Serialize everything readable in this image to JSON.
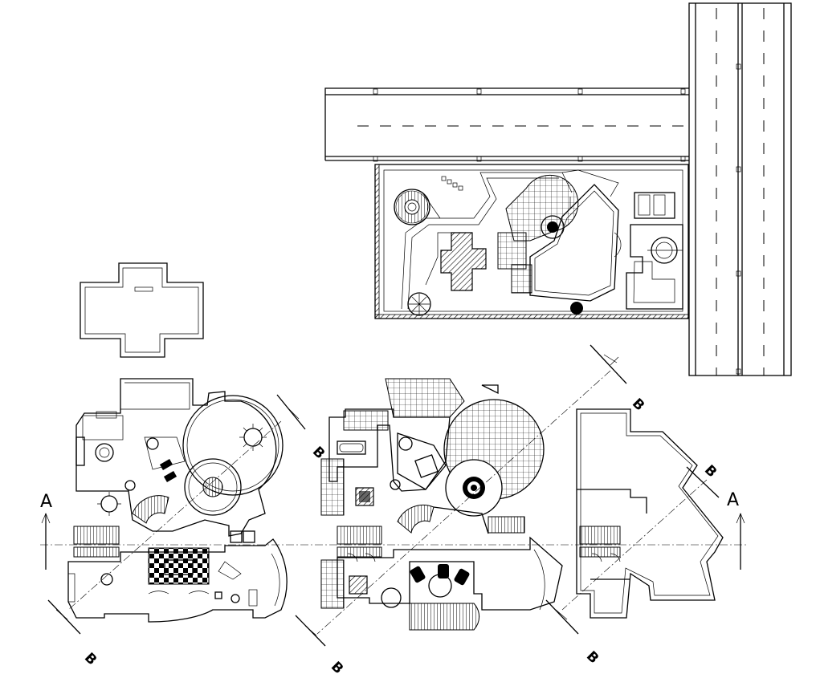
{
  "section_labels": {
    "a_left": "A",
    "a_right": "A",
    "b_top_right": "B",
    "b_mid_right": "B",
    "b_ground_upper": "B",
    "b_ground_lower": "B",
    "b_first_lower": "B",
    "b_roof_lower": "B"
  },
  "colors": {
    "line": "#000000",
    "background": "#ffffff"
  }
}
